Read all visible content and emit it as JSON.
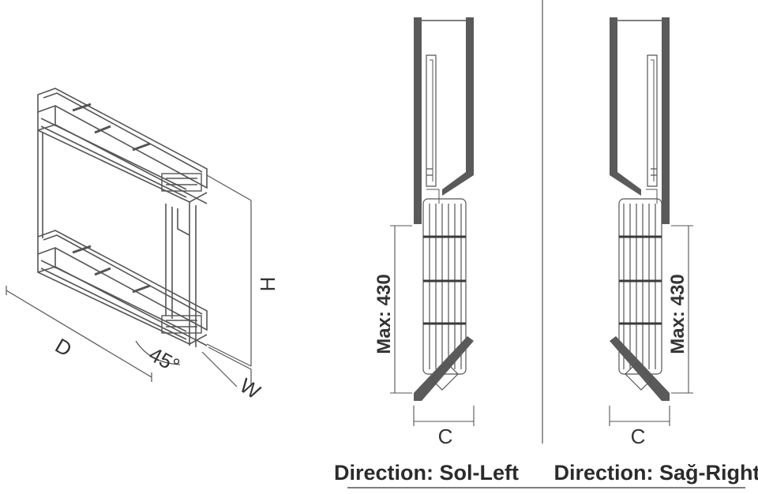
{
  "labels": {
    "depth": "D",
    "height": "H",
    "width": "W",
    "angle": "45°",
    "max_left": "Max: 430",
    "max_right": "Max: 430",
    "clearance_left": "C",
    "clearance_right": "C",
    "direction_left": "Direction: Sol-Left",
    "direction_right": "Direction: Sağ-Right"
  },
  "colors": {
    "line": "#555555",
    "panel": "#5a5a5a",
    "text": "#2b2b2b"
  }
}
